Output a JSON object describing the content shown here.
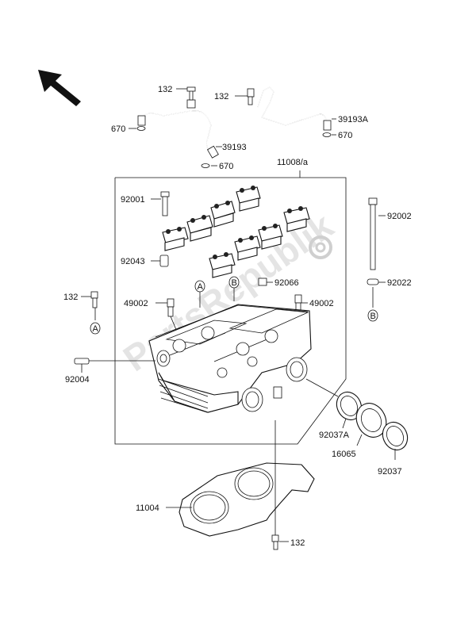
{
  "watermark": "PartsRepublik",
  "labels": {
    "p132_a": "132",
    "p132_b": "132",
    "p132_c": "132",
    "p132_d": "132",
    "p670_a": "670",
    "p670_b": "670",
    "p670_c": "670",
    "p39193": "39193",
    "p39193A": "39193A",
    "p11008a": "11008/a",
    "p92001": "92001",
    "p92043": "92043",
    "p92066": "92066",
    "p49002_a": "49002",
    "p49002_b": "49002",
    "p92002": "92002",
    "p92022": "92022",
    "p92004": "92004",
    "p92037A": "92037A",
    "p16065": "16065",
    "p92037": "92037",
    "p11004": "11004"
  },
  "markers": {
    "A": "A",
    "B": "B"
  }
}
